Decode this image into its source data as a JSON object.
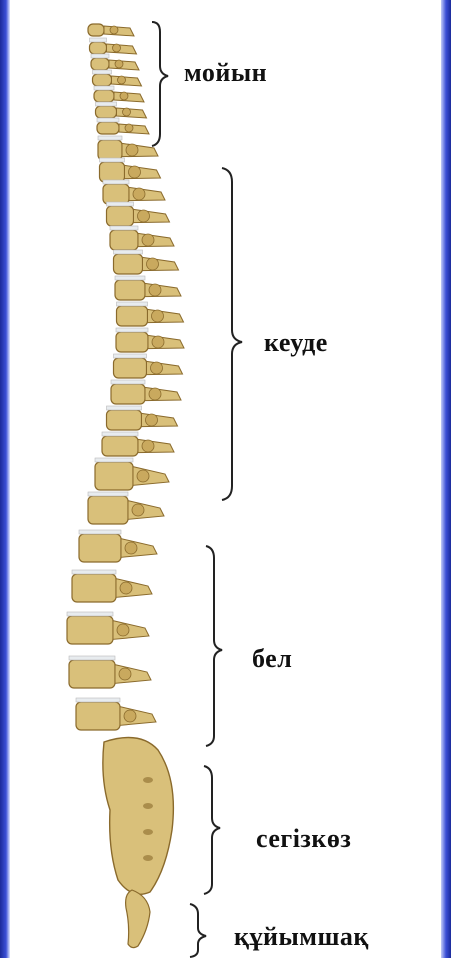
{
  "diagram": {
    "labels": {
      "cervical": "мойын",
      "thoracic": "кеуде",
      "lumbar": "бел",
      "sacrum": "сегізкөз",
      "coccyx": "құйымшақ"
    },
    "colors": {
      "bone": "#d9c07a",
      "bone_dark": "#8a6a2c",
      "disc": "#e8ecef",
      "frame_blue": "#2b3cc4"
    }
  }
}
